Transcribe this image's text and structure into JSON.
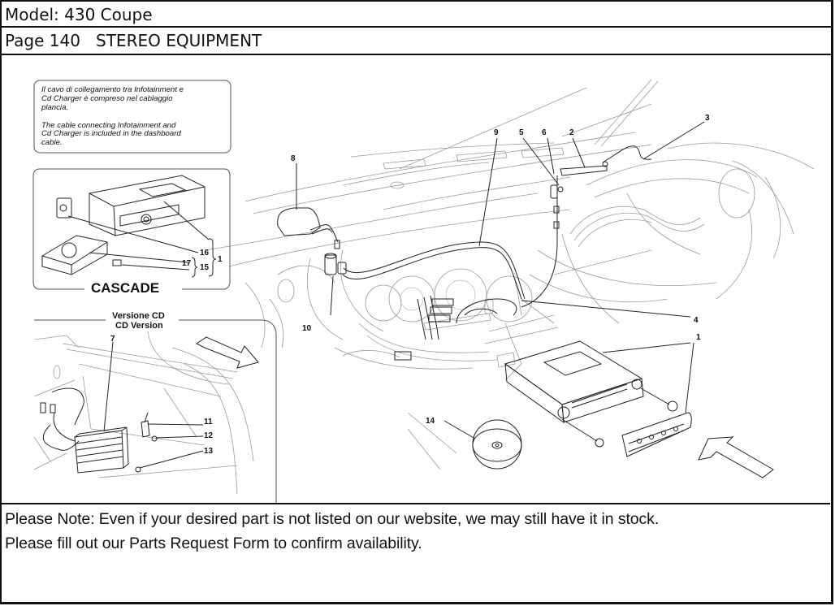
{
  "header": {
    "model_label": "Model: 430 Coupe",
    "page_label": "Page 140   STEREO EQUIPMENT"
  },
  "diagram": {
    "title": "STEREO EQUIPMENT",
    "info_box": {
      "italian_line1": "Il cavo di collegamento tra Infotainment e",
      "italian_line2": "Cd Charger è compreso nel cablaggio",
      "italian_line3": "plancia.",
      "english_line1": "The cable connecting Infotainment and",
      "english_line2": "Cd Charger is included in the dashboard",
      "english_line3": "cable."
    },
    "cascade_box": {
      "label": "CASCADE",
      "callouts": [
        "16",
        "17",
        "15",
        "1"
      ]
    },
    "cd_version_box": {
      "label_it": "Versione CD",
      "label_en": "CD Version",
      "callouts": [
        "7",
        "11",
        "12",
        "13"
      ]
    },
    "main_callouts": [
      "1",
      "2",
      "3",
      "4",
      "5",
      "6",
      "8",
      "9",
      "10",
      "14"
    ]
  },
  "footer": {
    "note_line1": "Please Note: Even if your desired part is not listed on our website, we may still have it in stock.",
    "note_line2": "Please fill out our Parts Request Form to confirm availability."
  }
}
